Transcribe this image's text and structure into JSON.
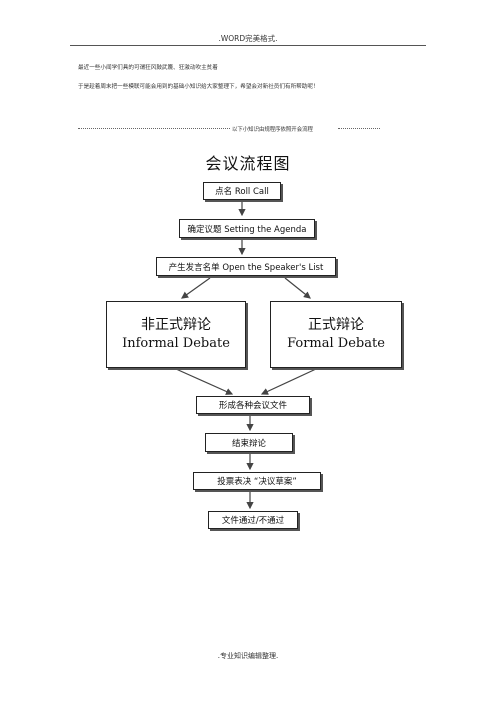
{
  "header": {
    "text": ".WORD完美格式."
  },
  "intro": {
    "line1": "最近一些小闻学们具的可谓狂风鼓武篾、狂激动吹主贫着",
    "line2": "于是趁着周末把一些模联可能会用到的基础小知识给大家整理下，希望会对新社员们有所帮助呢！"
  },
  "separator": {
    "note": "以下小知识由规程序依照开会流程"
  },
  "flowchart": {
    "title": "会议流程图",
    "steps": {
      "roll_call": "点名  Roll Call",
      "agenda": "确定议题  Setting the Agenda",
      "speakers_list": "产生发言名单  Open the Speaker's List",
      "informal_zh": "非正式辩论",
      "informal_en": "Informal Debate",
      "formal_zh": "正式辩论",
      "formal_en": "Formal Debate",
      "documents": "形成各种会议文件",
      "end_debate": "结束辩论",
      "vote": "投票表决 “决议草案”",
      "result": "文件通过/不通过"
    }
  },
  "footer": {
    "text": ".专业知识编辑整理."
  }
}
